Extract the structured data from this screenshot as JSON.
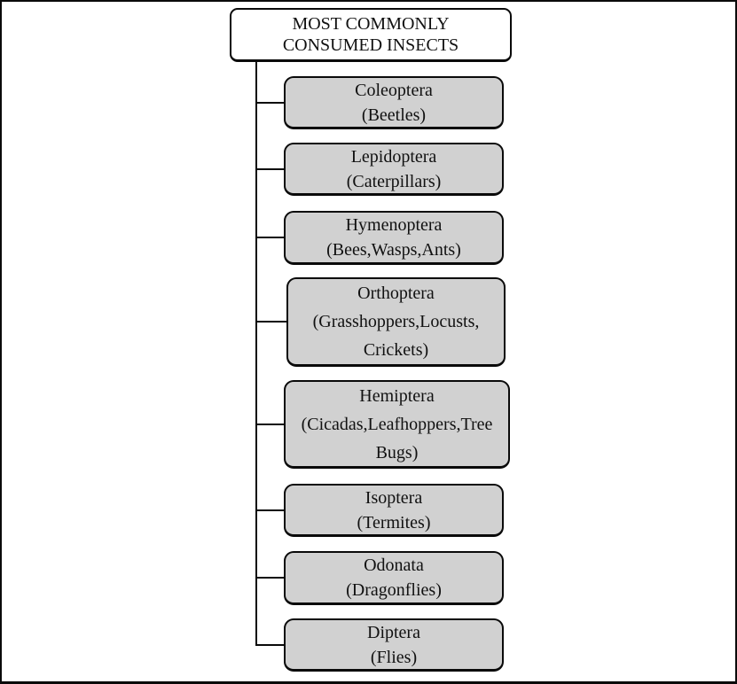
{
  "diagram": {
    "title": {
      "line1": "MOST COMMONLY",
      "line2": "CONSUMED INSECTS"
    },
    "nodes": [
      {
        "order": "Coleoptera",
        "common_names": "(Beetles)"
      },
      {
        "order": "Lepidoptera",
        "common_names": "(Caterpillars)"
      },
      {
        "order": "Hymenoptera",
        "common_names": "(Bees,Wasps,Ants)"
      },
      {
        "order": "Orthoptera",
        "common_names": "(Grasshoppers,Locusts, Crickets)"
      },
      {
        "order": "Hemiptera",
        "common_names": "(Cicadas,Leafhoppers,Tree Bugs)"
      },
      {
        "order": "Isoptera",
        "common_names": "(Termites)"
      },
      {
        "order": "Odonata",
        "common_names": "(Dragonflies)"
      },
      {
        "order": "Diptera",
        "common_names": "(Flies)"
      }
    ],
    "colors": {
      "node_fill": "#d1d1d1",
      "root_fill": "#ffffff",
      "line": "#0a0a0a",
      "background": "#ffffff"
    }
  }
}
